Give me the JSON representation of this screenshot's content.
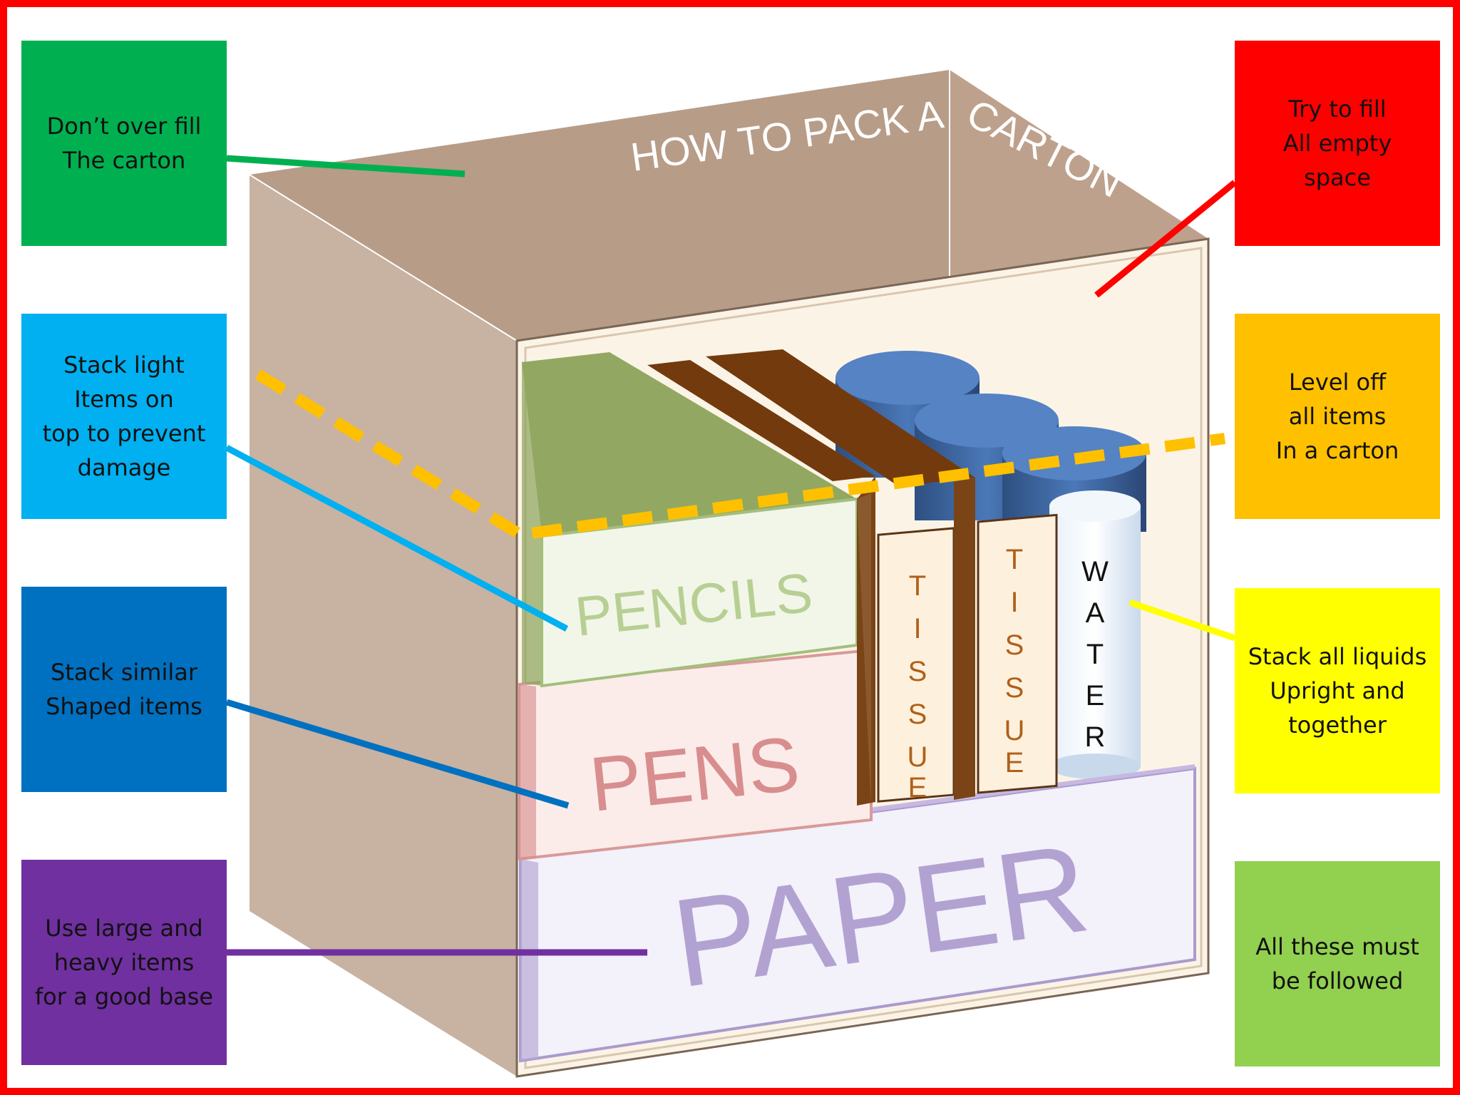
{
  "title_part1": "HOW TO PACK A",
  "title_part2": "CARTON",
  "items": {
    "pencils": "PENCILS",
    "pens": "PENS",
    "paper": "PAPER",
    "tissue1": [
      "T",
      "I",
      "S",
      "S",
      "U",
      "E"
    ],
    "tissue2": [
      "T",
      "I",
      "S",
      "S",
      "U",
      "E"
    ],
    "water": [
      "W",
      "A",
      "T",
      "E",
      "R"
    ]
  },
  "labels": {
    "overfill": "Don’t over fill\nThe carton",
    "fill_space": "Try to fill\nAll empty\nspace",
    "stack_light": "Stack light\nItems on\ntop to prevent\ndamage",
    "level_off": "Level off\nall items\nIn a carton",
    "similar": "Stack similar\nShaped items",
    "liquids": "Stack all liquids\nUpright and\ntogether",
    "heavy": "Use large and\nheavy items\nfor a good base",
    "followed": "All these must\nbe followed"
  },
  "colors": {
    "border": "#ff0000",
    "green_box": "#00b050",
    "red_box": "#ff0000",
    "light_blue_box": "#00b0f0",
    "orange_box": "#ffc000",
    "blue_box": "#0070c0",
    "yellow_box": "#ffff00",
    "purple_box": "#7030a0",
    "light_green_box": "#92d050",
    "carton": "#c4ab98"
  }
}
